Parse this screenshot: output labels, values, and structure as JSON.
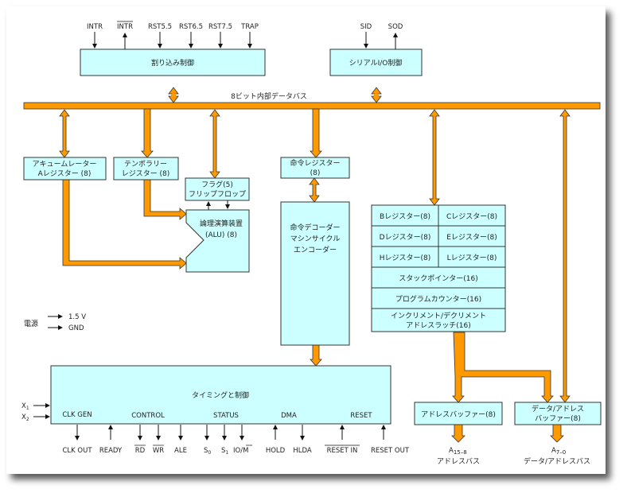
{
  "title": "8085 CPU block diagram",
  "bus_label": "8ビット内部データバス",
  "blocks": {
    "interrupt": "割り込み制御",
    "serial": "シリアルI/O制御",
    "accumulator": [
      "アキュームレーター",
      "Aレジスター (8)"
    ],
    "temporary": [
      "テンポラリー",
      "レジスター (8)"
    ],
    "flag": [
      "フラグ(5)",
      "フリップフロップ"
    ],
    "alu": [
      "論理演算装置",
      "(ALU) (8)"
    ],
    "instruction_register": [
      "命令レジスター",
      "(8)"
    ],
    "decoder": [
      "命令デコーダー",
      "マシンサイクル",
      "エンコーダー"
    ],
    "register_b": "Bレジスター(8)",
    "register_c": "Cレジスター(8)",
    "register_d": "Dレジスター(8)",
    "register_e": "Eレジスター(8)",
    "register_h": "Hレジスター(8)",
    "register_l": "Lレジスター(8)",
    "stack_pointer": "スタックポインター(16)",
    "program_counter": "プログラムカウンター(16)",
    "inc_dec_latch": [
      "インクリメント/デクリメント",
      "アドレスラッチ(16)"
    ],
    "timing": "タイミングと制御",
    "address_buffer": "アドレスバッファー(8)",
    "data_address_buffer": [
      "データ/アドレス",
      "バッファー(8)"
    ]
  },
  "interrupt_signals": [
    "INTR",
    "INTR",
    "RST5.5",
    "RST6.5",
    "RST7.5",
    "TRAP"
  ],
  "serial_signals": [
    "SID",
    "SOD"
  ],
  "power": {
    "label": "電源",
    "lines": [
      "1.5 V",
      "GND"
    ]
  },
  "clock_inputs": [
    "X",
    "1",
    "X",
    "2"
  ],
  "timing_sections": [
    "CLK GEN",
    "CONTROL",
    "STATUS",
    "DMA",
    "RESET"
  ],
  "timing_signals": {
    "clk_out": "CLK OUT",
    "ready": "READY",
    "rd": "RD",
    "wr": "WR",
    "ale": "ALE",
    "s0": "S",
    "s0_sub": "0",
    "s1": "S",
    "s1_sub": "1",
    "io": "IO/",
    "io_m": "M",
    "hold": "HOLD",
    "hlda": "HLDA",
    "reset_in": "RESET IN",
    "reset_out": "RESET OUT"
  },
  "outputs": {
    "address_bus": {
      "pin": "A",
      "range": "15–8",
      "label": "アドレスバス"
    },
    "data_address_bus": {
      "pin": "A",
      "range": "7–0",
      "label": "データ/アドレスバス"
    }
  },
  "colors": {
    "bus": "#ff9900",
    "block": "#ccffff",
    "outline": "#333333"
  }
}
